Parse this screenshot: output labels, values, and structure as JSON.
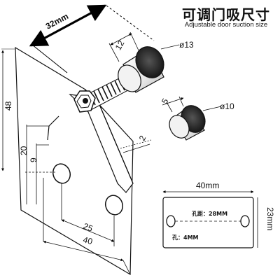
{
  "header": {
    "title_cn": "可调门吸尺寸",
    "title_en": "Adjustable door suction size"
  },
  "dimensions": {
    "length": "32mm",
    "bumper_len": "12",
    "bumper_dia": "ø13",
    "cap_len": "5",
    "cap_dia": "ø10",
    "thickness": "2",
    "height": "48",
    "hole_from_bottom_20": "20",
    "hole_from_bottom_9": "9",
    "hole_pitch": "25",
    "width": "40"
  },
  "plate_detail": {
    "width_label": "40mm",
    "height_label": "23mm",
    "hole_distance": "孔距：28MM",
    "hole_size": "孔：4MM"
  },
  "colors": {
    "line": "#111111",
    "arrow": "#000000",
    "label_border": "#333333"
  }
}
